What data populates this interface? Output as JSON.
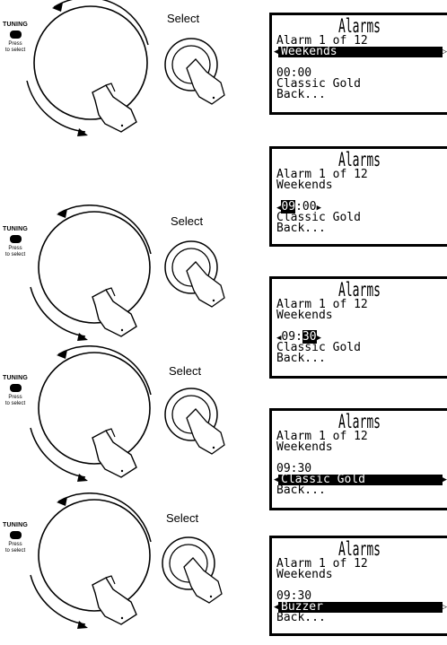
{
  "control": {
    "tuning_label": "TUNING",
    "press_label": "Press",
    "to_select_label": "to select",
    "select_label": "Select"
  },
  "screens": [
    {
      "title": "Alarms",
      "line1": "Alarm 1 of 12",
      "line2": "Weekends",
      "time": "00:00",
      "station": "Classic Gold",
      "back": "Back..."
    },
    {
      "title": "Alarms",
      "line1": "Alarm 1 of 12",
      "line2": "Weekends",
      "hour": "09",
      "sep": ":",
      "minute": "00",
      "station": "Classic Gold",
      "back": "Back..."
    },
    {
      "title": "Alarms",
      "line1": "Alarm 1 of 12",
      "line2": "Weekends",
      "hour": "09",
      "sep": ":",
      "minute": "30",
      "station": "Classic Gold",
      "back": "Back..."
    },
    {
      "title": "Alarms",
      "line1": "Alarm 1 of 12",
      "line2": "Weekends",
      "time": "09:30",
      "station": "Classic Gold",
      "back": "Back..."
    },
    {
      "title": "Alarms",
      "line1": "Alarm 1 of 12",
      "line2": "Weekends",
      "time": "09:30",
      "station": "Buzzer",
      "back": "Back..."
    }
  ]
}
